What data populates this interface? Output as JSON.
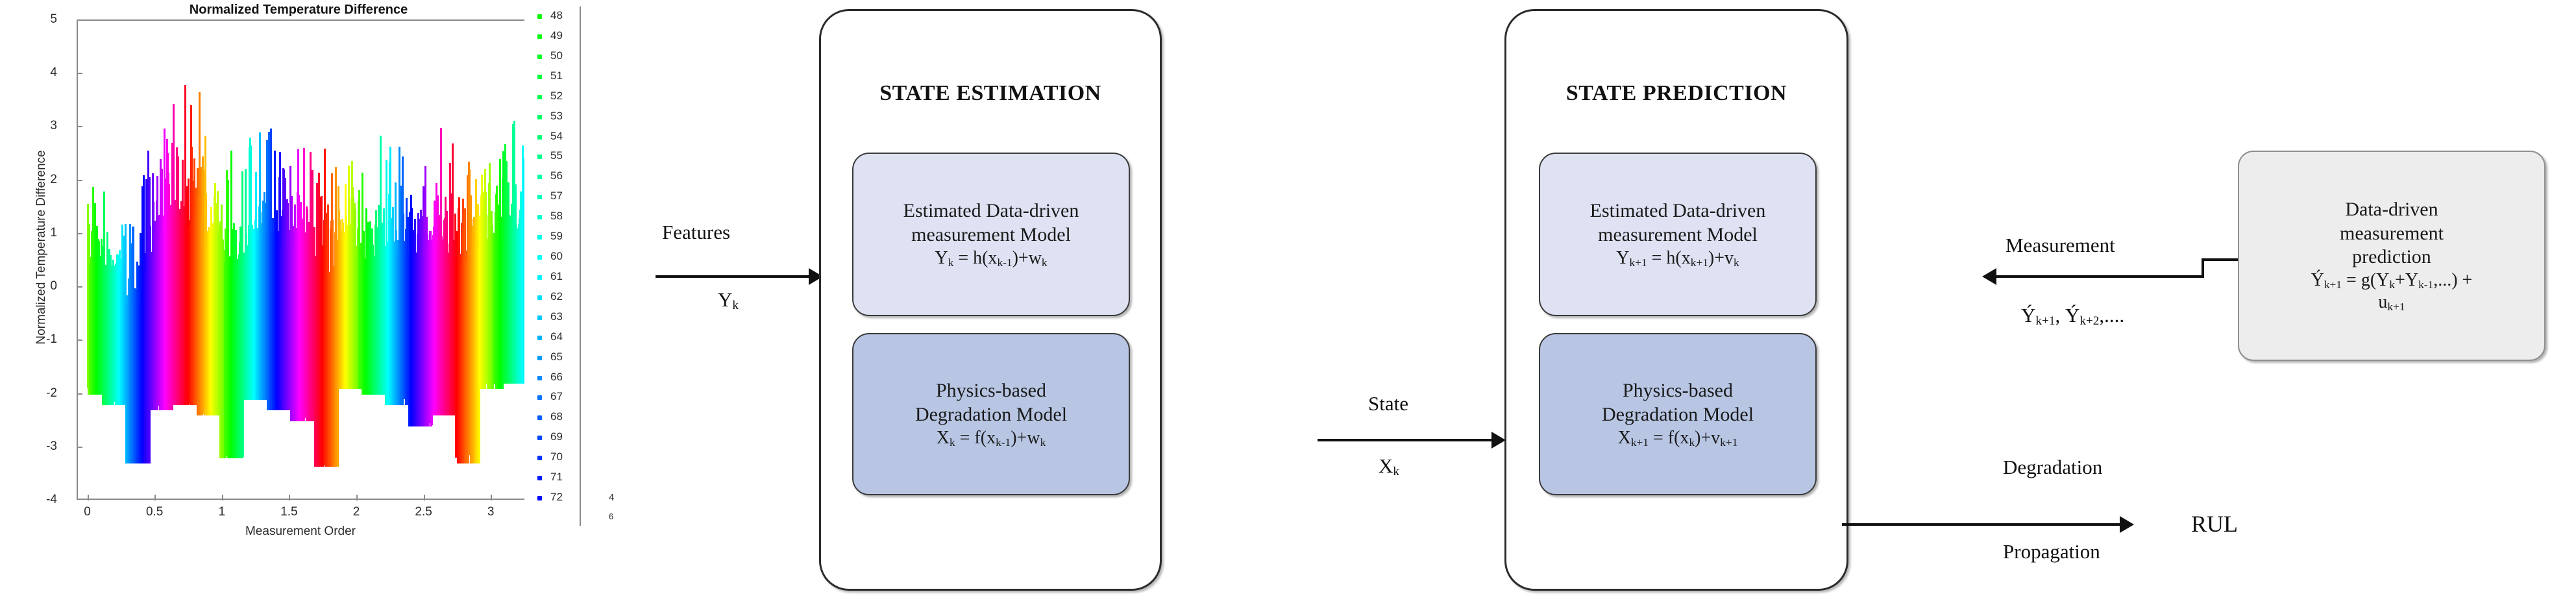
{
  "chart_data": {
    "type": "bar",
    "title": "Normalized Temperature Difference",
    "xlabel": "Measurement Order",
    "ylabel": "Normalized Temperature Difference",
    "xlim": [
      -0.08,
      3.25
    ],
    "ylim": [
      -4,
      5
    ],
    "xticks": [
      "0",
      "0.5",
      "1",
      "1.5",
      "2",
      "2.5",
      "3"
    ],
    "xtick_values": [
      0,
      0.5,
      1,
      1.5,
      2,
      2.5,
      3
    ],
    "yticks": [
      "5",
      "4",
      "3",
      "2",
      "1",
      "0",
      "-1",
      "-2",
      "-3",
      "-4"
    ],
    "ytick_values": [
      5,
      4,
      3,
      2,
      1,
      0,
      -1,
      -2,
      -3,
      -4
    ],
    "grid": false,
    "legend_position": "right",
    "legend_entries": [
      "48",
      "49",
      "50",
      "51",
      "52",
      "53",
      "54",
      "55",
      "56",
      "57",
      "58",
      "59",
      "60",
      "61",
      "62",
      "63",
      "64",
      "65",
      "66",
      "67",
      "68",
      "69",
      "70",
      "71",
      "72"
    ],
    "stray_marks": [
      "4",
      "6"
    ],
    "series_note": "Per-unit normalized temperature difference traces, rainbow-colored by unit id; values span roughly -3.4 to +4.2.",
    "envelope_peaks": [
      2.1,
      2.05,
      1.9,
      3.0,
      3.8,
      3.7,
      3.3,
      2.6,
      3.25,
      3.2,
      3.35,
      2.9,
      2.75,
      2.2,
      2.85,
      3.0,
      3.1,
      2.9,
      3.4,
      2.8,
      3.3
    ],
    "envelope_troughs": [
      -2.0,
      -2.2,
      -3.3,
      -2.3,
      -2.2,
      -2.4,
      -3.2,
      -2.1,
      -2.3,
      -2.5,
      -3.35,
      -1.9,
      -2.0,
      -2.2,
      -2.6,
      -2.4,
      -3.3,
      -1.9,
      -1.8
    ]
  },
  "diagram": {
    "state_estimation": {
      "title": "STATE ESTIMATION",
      "measurement_model": {
        "line1": "Estimated Data-driven",
        "line2": "measurement Model",
        "equation_prefix": "Y",
        "equation": "Yk = h(xk-1)+wk"
      },
      "degradation_model": {
        "line1": "Physics-based",
        "line2": "Degradation Model",
        "equation": "Xk = f(xk-1)+wk"
      }
    },
    "state_prediction": {
      "title": "STATE PREDICTION",
      "measurement_model": {
        "line1": "Estimated Data-driven",
        "line2": "measurement Model",
        "equation": "Yk+1 = h(xk+1)+vk"
      },
      "degradation_model": {
        "line1": "Physics-based",
        "line2": "Degradation Model",
        "equation": "Xk+1 = f(xk)+vk+1"
      }
    },
    "prediction_block": {
      "line1": "Data-driven",
      "line2": "measurement",
      "line3": "prediction",
      "equation_line1": "Ýk+1 = g(Yk+Yk-1,...) +",
      "equation_line2": "uk+1"
    },
    "arrows": {
      "features_label": "Features",
      "features_symbol": "Yk",
      "state_label": "State",
      "state_symbol": "Xk",
      "measurement_label": "Measurement",
      "measurement_symbol": "Ýk+1, Ýk+2,....",
      "degradation_label": "Degradation",
      "propagation_label": "Propagation",
      "rul_label": "RUL"
    }
  },
  "colors": {
    "light_box": "#dee2f2",
    "deep_box": "#b8c6e4",
    "grey_box": "#ededed",
    "outline": "#2b2b2b",
    "arrow": "#111111"
  }
}
